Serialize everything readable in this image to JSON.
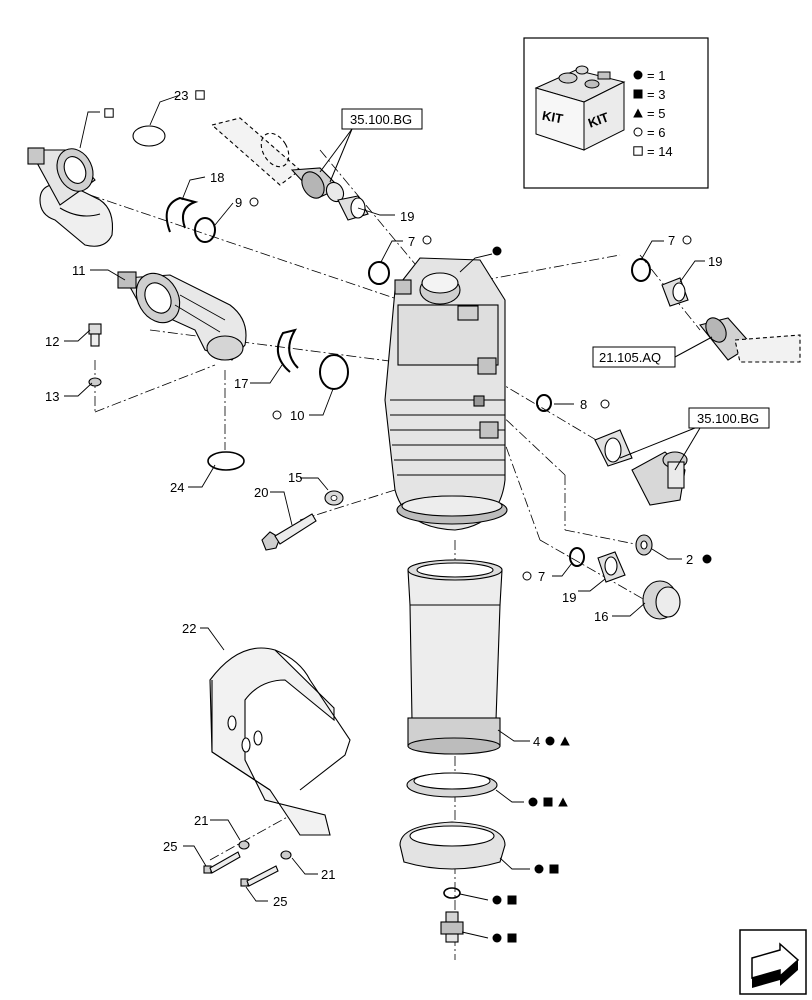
{
  "kit_legend": {
    "box_label_1": "KIT",
    "box_label_2": "KIT",
    "entries": [
      {
        "symbol": "filled-circle",
        "text": "= 1"
      },
      {
        "symbol": "filled-square",
        "text": "= 3"
      },
      {
        "symbol": "filled-triangle",
        "text": "= 5"
      },
      {
        "symbol": "open-circle",
        "text": "= 6"
      },
      {
        "symbol": "open-square",
        "text": "= 14"
      }
    ]
  },
  "reference_boxes": [
    {
      "id": "ref-35100bg-top",
      "text": "35.100.BG"
    },
    {
      "id": "ref-21105aq",
      "text": "21.105.AQ"
    },
    {
      "id": "ref-35100bg-right",
      "text": "35.100.BG"
    }
  ],
  "callouts": [
    {
      "id": "c23",
      "number": "23",
      "kits": [
        "open-square"
      ]
    },
    {
      "id": "c-hose-top",
      "number": "",
      "kits": [
        "open-square"
      ]
    },
    {
      "id": "c18",
      "number": "18",
      "kits": []
    },
    {
      "id": "c9",
      "number": "9",
      "kits": [
        "open-circle"
      ]
    },
    {
      "id": "c19-top",
      "number": "19",
      "kits": []
    },
    {
      "id": "c7-mid",
      "number": "7",
      "kits": [
        "open-circle"
      ]
    },
    {
      "id": "c-housing",
      "number": "",
      "kits": [
        "filled-circle"
      ]
    },
    {
      "id": "c7-right",
      "number": "7",
      "kits": [
        "open-circle"
      ]
    },
    {
      "id": "c19-right",
      "number": "19",
      "kits": []
    },
    {
      "id": "c11",
      "number": "11",
      "kits": []
    },
    {
      "id": "c12",
      "number": "12",
      "kits": []
    },
    {
      "id": "c13",
      "number": "13",
      "kits": []
    },
    {
      "id": "c17",
      "number": "17",
      "kits": []
    },
    {
      "id": "c10",
      "number": "10",
      "kits": [
        "open-circle"
      ]
    },
    {
      "id": "c8",
      "number": "8",
      "kits": [
        "open-circle"
      ]
    },
    {
      "id": "c15",
      "number": "15",
      "kits": []
    },
    {
      "id": "c20",
      "number": "20",
      "kits": []
    },
    {
      "id": "c24",
      "number": "24",
      "kits": []
    },
    {
      "id": "c2",
      "number": "2",
      "kits": [
        "filled-circle"
      ]
    },
    {
      "id": "c7-low",
      "number": "7",
      "kits": [
        "open-circle"
      ]
    },
    {
      "id": "c19-low",
      "number": "19",
      "kits": []
    },
    {
      "id": "c16",
      "number": "16",
      "kits": []
    },
    {
      "id": "c22",
      "number": "22",
      "kits": []
    },
    {
      "id": "c4",
      "number": "4",
      "kits": [
        "filled-circle",
        "filled-triangle"
      ]
    },
    {
      "id": "c-seal",
      "number": "",
      "kits": [
        "filled-circle",
        "filled-square",
        "filled-triangle"
      ]
    },
    {
      "id": "c-base",
      "number": "",
      "kits": [
        "filled-circle",
        "filled-square"
      ]
    },
    {
      "id": "c-oring-small",
      "number": "",
      "kits": [
        "filled-circle",
        "filled-square"
      ]
    },
    {
      "id": "c-plug",
      "number": "",
      "kits": [
        "filled-circle",
        "filled-square"
      ]
    },
    {
      "id": "c21-left",
      "number": "21",
      "kits": []
    },
    {
      "id": "c25-left",
      "number": "25",
      "kits": []
    },
    {
      "id": "c21-right",
      "number": "21",
      "kits": []
    },
    {
      "id": "c25-right",
      "number": "25",
      "kits": []
    }
  ],
  "colors": {
    "line": "#000000",
    "fill_light": "#f2f2f2",
    "fill_mid": "#d9d9d9",
    "fill_dark": "#a6a6a6"
  },
  "nav_icon": "next-page-arrow-icon"
}
